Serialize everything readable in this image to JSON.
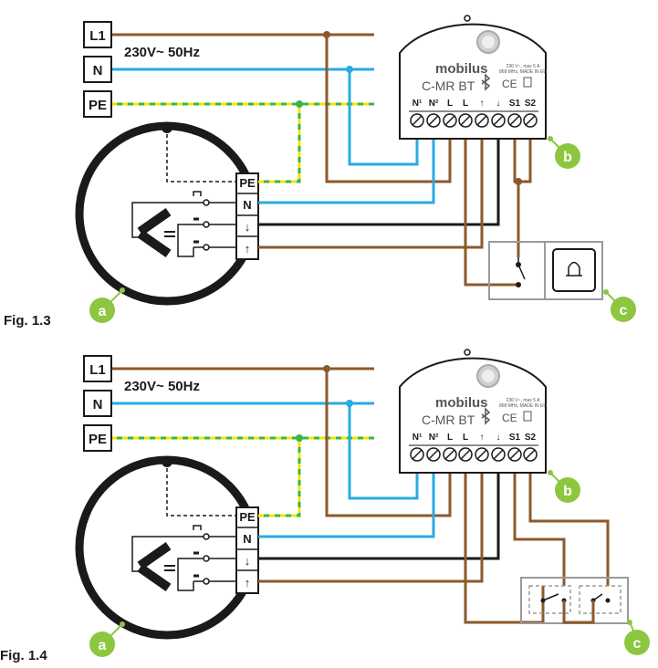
{
  "colors": {
    "live": "#8B5A2B",
    "neutral": "#29ABE2",
    "earth_green": "#39B54A",
    "earth_yellow": "#F2E600",
    "wire_black": "#1a1a1a",
    "callout": "#8DC63F",
    "frame": "#9a9a9a"
  },
  "supply": {
    "l1": "L1",
    "n": "N",
    "pe": "PE",
    "voltage": "230V~ 50Hz"
  },
  "device": {
    "brand": "mobilus",
    "model": "C-MR BT",
    "spec_line1": "230 V~, max 5 A",
    "spec_line2": "868 MHz, MADE IN EU",
    "terminals": [
      "N¹",
      "N²",
      "L",
      "L",
      "↑",
      "↓",
      "S1",
      "S2"
    ],
    "bluetooth_icon": "bluetooth-icon",
    "ce_icon": "ce-mark-icon",
    "weee_icon": "weee-bin-icon"
  },
  "motor": {
    "terminals": [
      "PE",
      "N",
      "↓",
      "↑"
    ]
  },
  "callouts": {
    "a": "a",
    "b": "b",
    "c": "c"
  },
  "switch": {
    "bell_icon": "bell-icon"
  },
  "figures": {
    "fig1": "Fig. 1.3",
    "fig2": "Fig. 1.4"
  }
}
